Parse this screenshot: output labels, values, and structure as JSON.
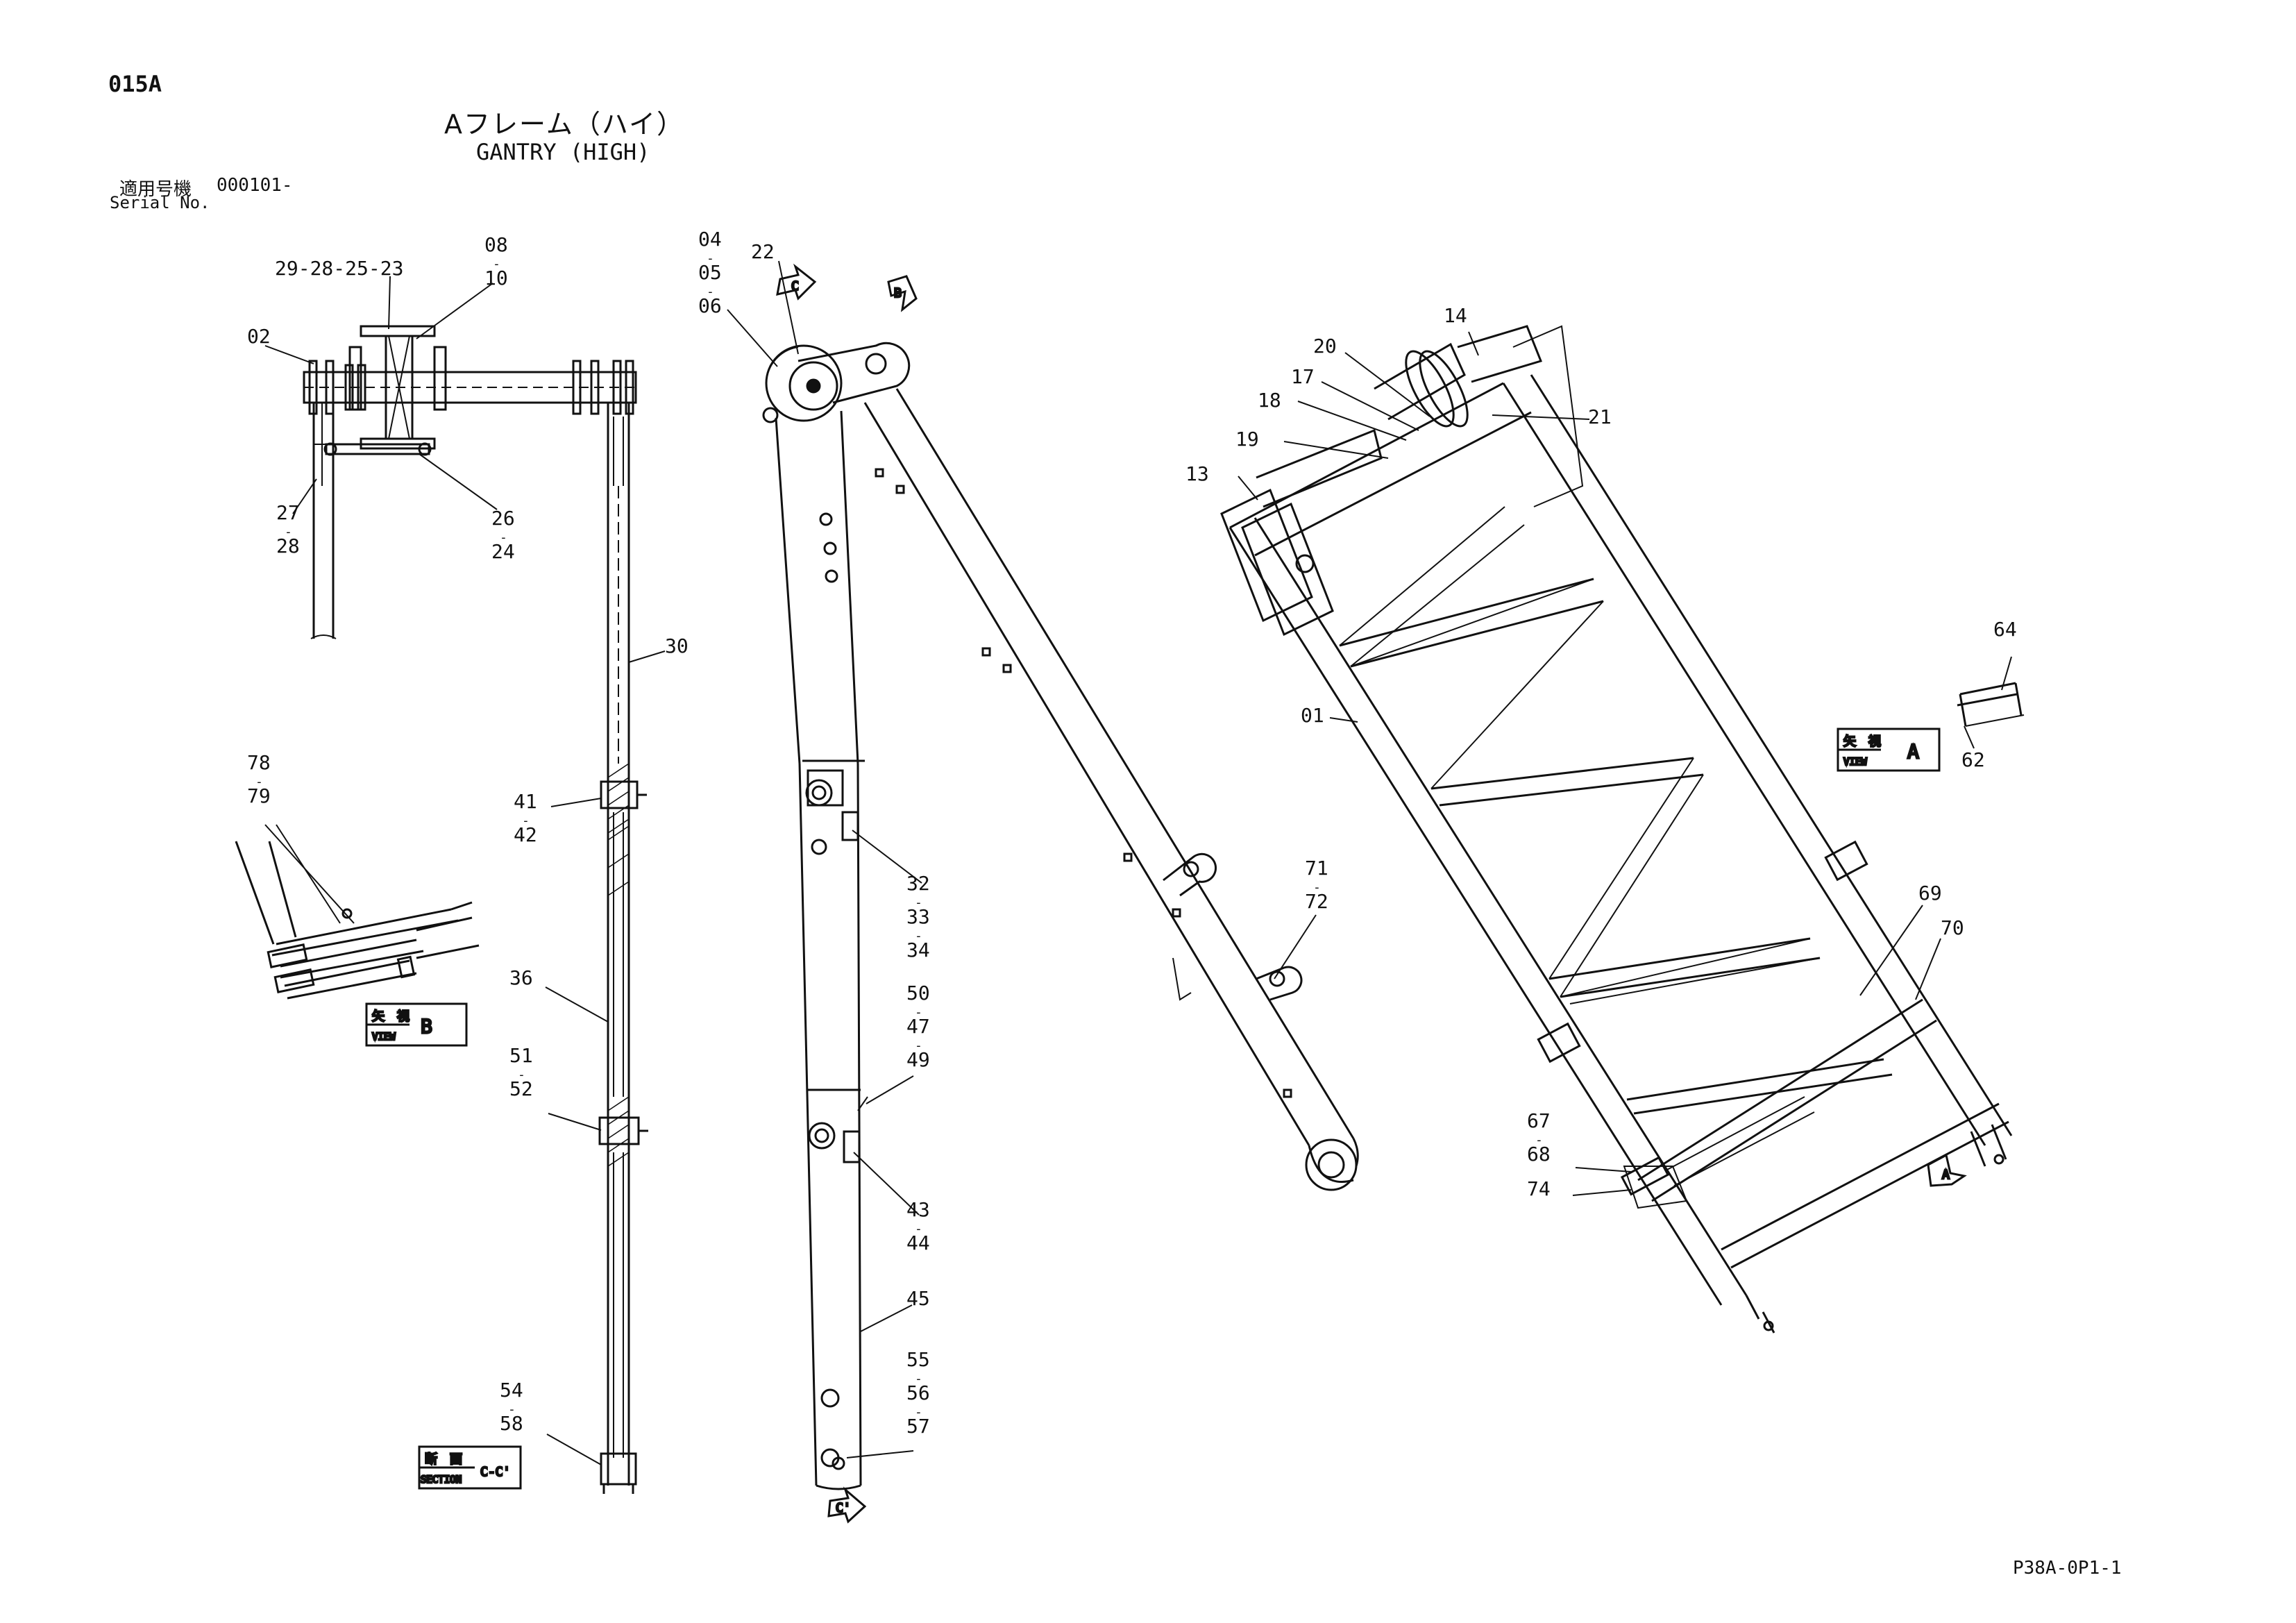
{
  "header": {
    "code": "015A",
    "title_jp": "Aフレーム（ハイ）",
    "title_en": "GANTRY (HIGH)",
    "serial_label_jp": "適用号機",
    "serial_value": "000101-",
    "serial_label_en": "Serial No."
  },
  "callouts": {
    "c_08_10": [
      "08",
      "-",
      "10"
    ],
    "c_29_23": "29-28-25-23",
    "c_02": "02",
    "c_27_28": [
      "27",
      "-",
      "28"
    ],
    "c_26_24": [
      "26",
      "-",
      "24"
    ],
    "c_30": "30",
    "c_41_42": [
      "41",
      "-",
      "42"
    ],
    "c_36": "36",
    "c_51_52": [
      "51",
      "-",
      "52"
    ],
    "c_54_58": [
      "54",
      "-",
      "58"
    ],
    "c_78_79": [
      "78",
      "-",
      "79"
    ],
    "c_04_06": [
      "04",
      "-",
      "05",
      "-",
      "06"
    ],
    "c_22": "22",
    "c_32_34": [
      "32",
      "-",
      "33",
      "-",
      "34"
    ],
    "c_50_49": [
      "50",
      "-",
      "47",
      "-",
      "49"
    ],
    "c_43_44": [
      "43",
      "-",
      "44"
    ],
    "c_45": "45",
    "c_55_57": [
      "55",
      "-",
      "56",
      "-",
      "57"
    ],
    "c_71_72": [
      "71",
      "-",
      "72"
    ],
    "c_14": "14",
    "c_20": "20",
    "c_17": "17",
    "c_18": "18",
    "c_19": "19",
    "c_21": "21",
    "c_13": "13",
    "c_01": "01",
    "c_64": "64",
    "c_62": "62",
    "c_69": "69",
    "c_70": "70",
    "c_67_68": [
      "67",
      "-",
      "68"
    ],
    "c_74": "74"
  },
  "view_boxes": {
    "view_b": {
      "jp": "矢　視",
      "en": "VIEW",
      "letter": "B"
    },
    "view_a": {
      "jp": "矢　視",
      "en": "VIEW",
      "letter": "A"
    },
    "section_cc": {
      "jp": "断　面",
      "en": "SECTION",
      "letter": "C-C'"
    }
  },
  "arrow_markers": {
    "c_top": "C",
    "b_top": "B",
    "c_prime_bottom": "C'",
    "a_right": "A"
  },
  "footer": {
    "doc_id": "P38A-0P1-1"
  }
}
